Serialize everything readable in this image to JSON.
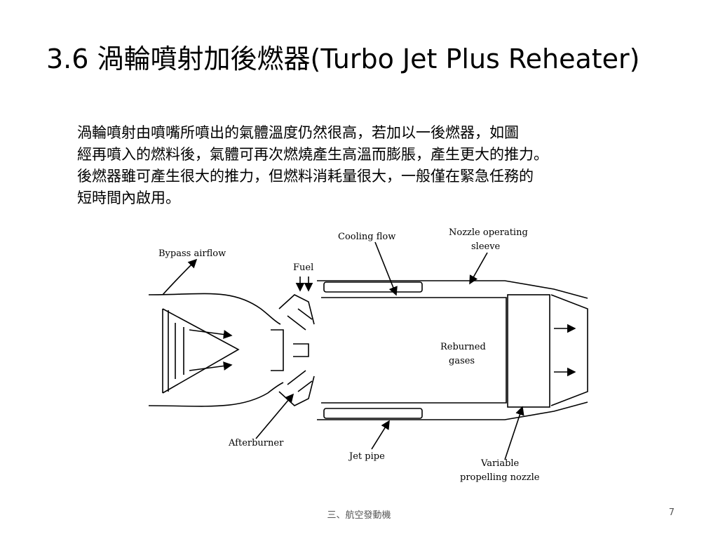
{
  "slide": {
    "title": "3.6 渦輪噴射加後燃器(Turbo Jet Plus Reheater)",
    "body_lines": [
      "渦輪噴射由噴嘴所噴出的氣體溫度仍然很高，若加以一後燃器，如圖",
      "經再噴入的燃料後，氣體可再次燃燒產生高溫而膨脹，產生更大的推力。",
      "後燃器雖可產生很大的推力，但燃料消耗量很大，一般僅在緊急任務的",
      "短時間內啟用。"
    ],
    "footer": "三、航空發動機",
    "page_number": "7"
  },
  "diagram": {
    "labels": {
      "bypass_airflow": "Bypass airflow",
      "fuel": "Fuel",
      "cooling_flow": "Cooling flow",
      "nozzle_sleeve_line1": "Nozzle operating",
      "nozzle_sleeve_line2": "sleeve",
      "reburned_line1": "Reburned",
      "reburned_line2": "gases",
      "afterburner": "Afterburner",
      "jet_pipe": "Jet pipe",
      "variable_line1": "Variable",
      "variable_line2": "propelling nozzle"
    }
  }
}
